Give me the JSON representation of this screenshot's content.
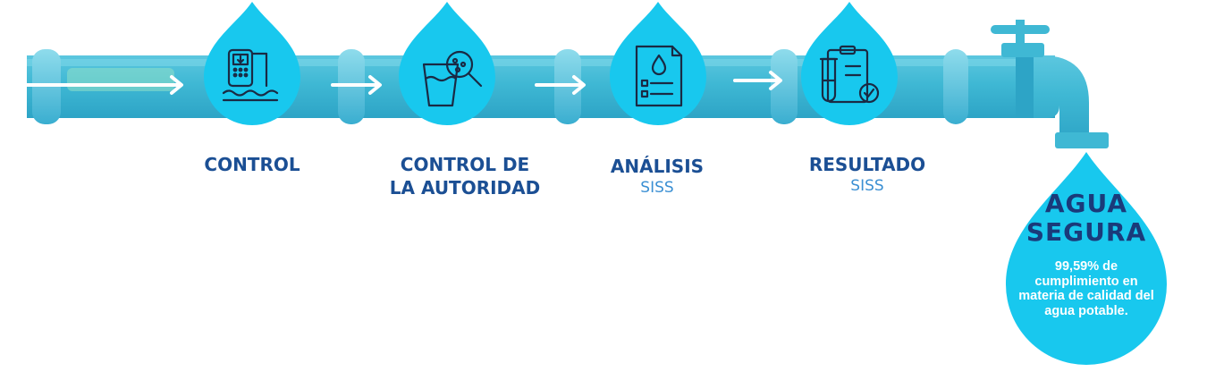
{
  "steps": [
    {
      "title": "CONTROL",
      "subtitle": "",
      "icon": "water-meter-icon"
    },
    {
      "title_line1": "CONTROL DE",
      "title_line2": "LA AUTORIDAD",
      "subtitle": "",
      "icon": "water-glass-magnifier-icon"
    },
    {
      "title": "ANÁLISIS",
      "subtitle": "SISS",
      "icon": "water-report-document-icon"
    },
    {
      "title": "RESULTADO",
      "subtitle": "SISS",
      "icon": "lab-clipboard-check-icon"
    }
  ],
  "result": {
    "title_line1": "AGUA",
    "title_line2": "SEGURA",
    "description": "99,59% de cumplimiento en materia de calidad del agua potable.",
    "icon": "water-drop-icon"
  },
  "colors": {
    "pipe": "#3fb8d4",
    "pipe_light": "#7fd8ea",
    "pipe_dark": "#2c9cbf",
    "drop": "#18c8ee",
    "label_dark": "#1b4f94",
    "label_sub": "#3a8fd3"
  }
}
